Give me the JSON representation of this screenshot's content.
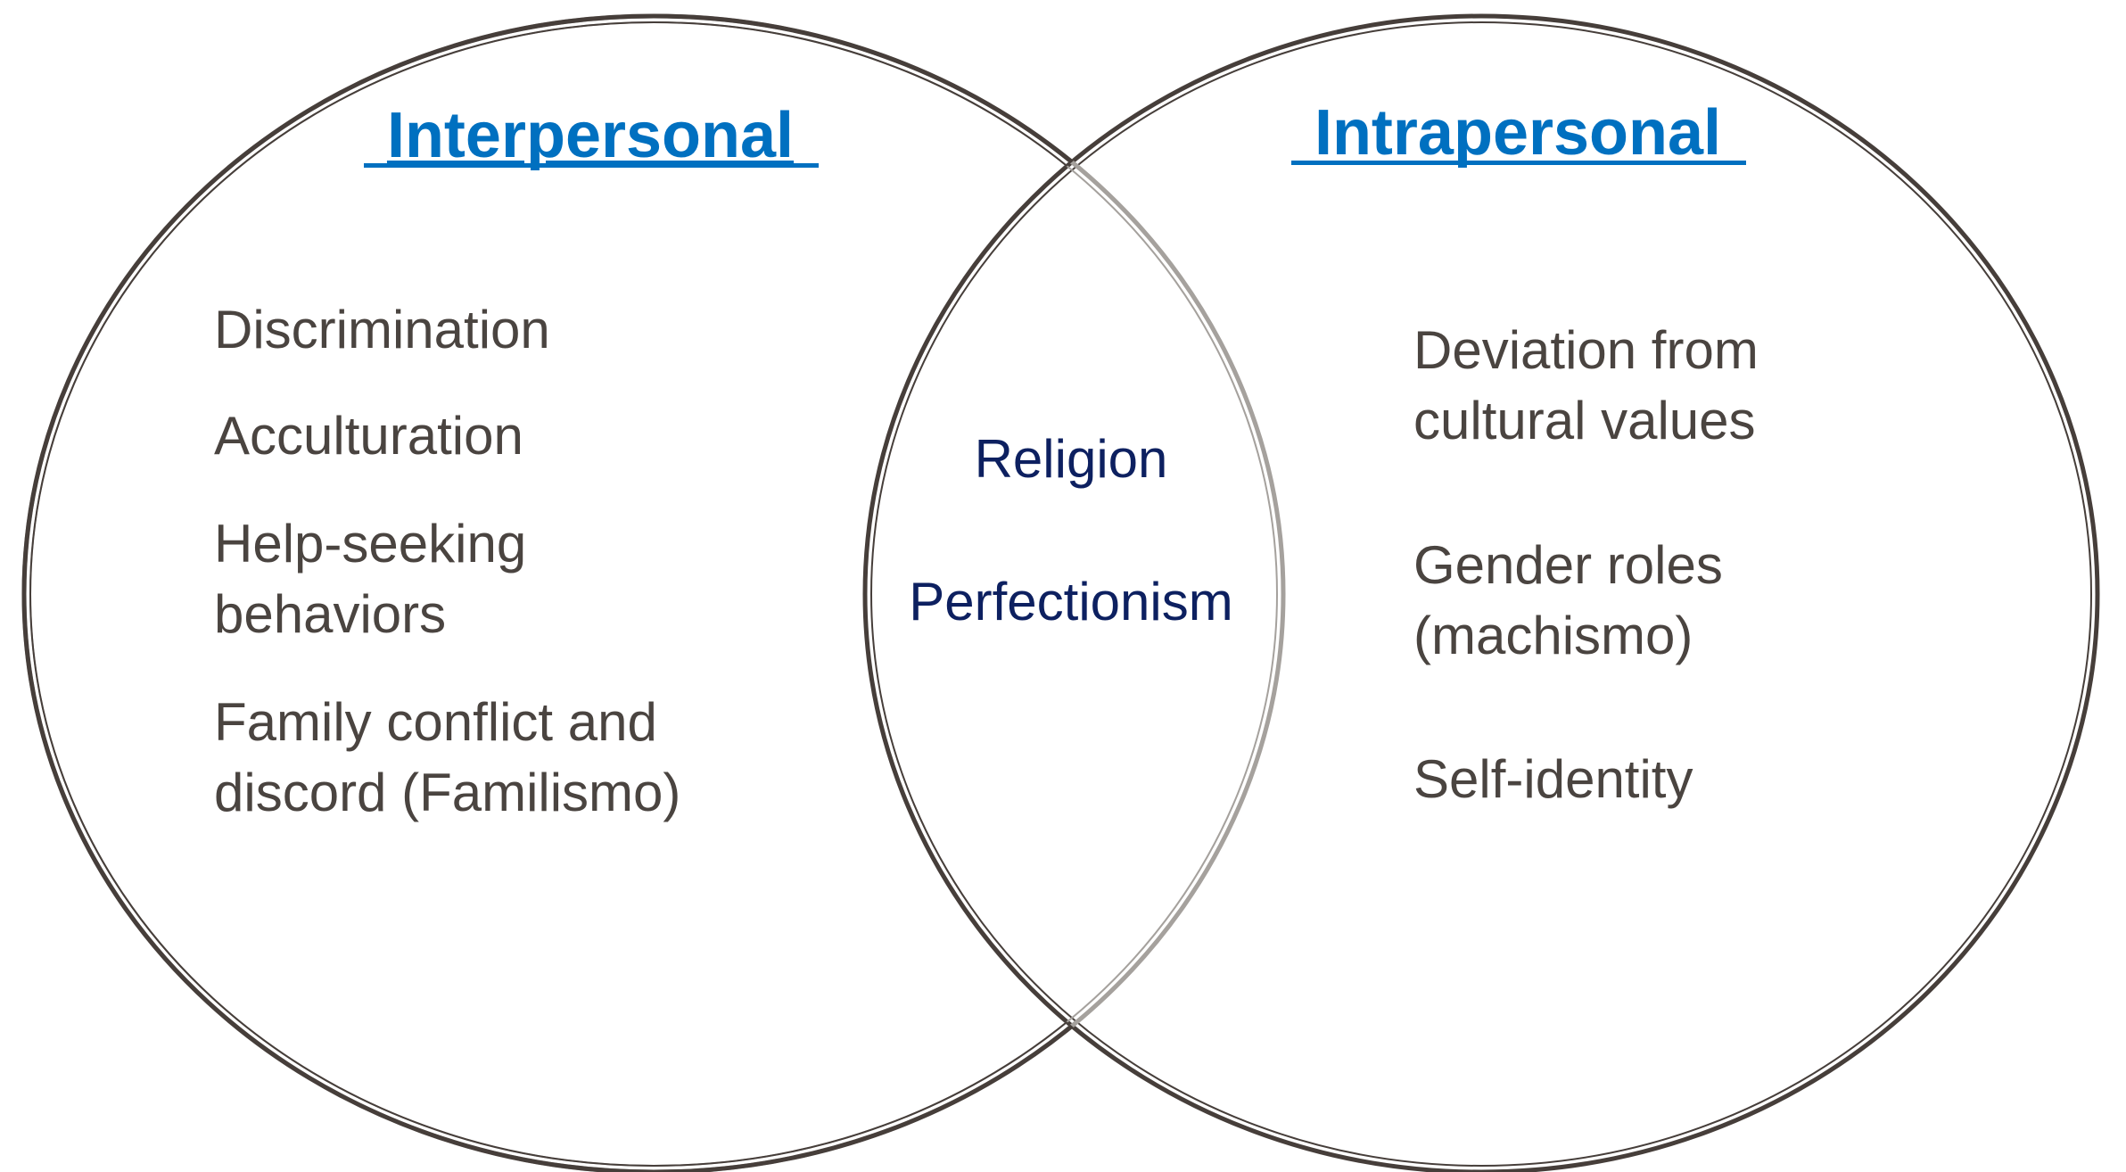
{
  "colors": {
    "heading": "#0070c0",
    "text": "#4a4440",
    "overlap_text": "#0d2060",
    "outline": "#463e3a",
    "overlap_outline": "#a5a19d"
  },
  "left": {
    "title": "Interpersonal",
    "items": [
      "Discrimination",
      "Acculturation",
      "Help-seeking",
      "behaviors",
      "Family conflict and",
      "discord (Familismo)"
    ]
  },
  "overlap": {
    "items": [
      "Religion",
      "Perfectionism"
    ]
  },
  "right": {
    "title": "Intrapersonal",
    "items": [
      "Deviation from",
      "cultural values",
      "Gender roles",
      "(machismo)",
      "Self-identity"
    ]
  }
}
